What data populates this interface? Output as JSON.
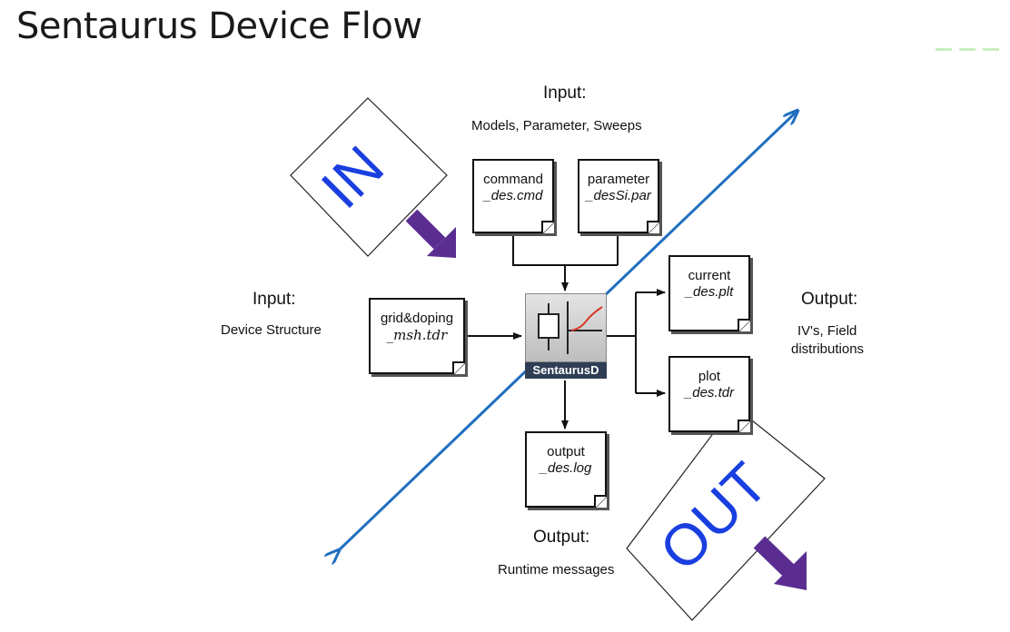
{
  "title": "Sentaurus Device Flow",
  "colors": {
    "axis_line": "#1f6fc0",
    "stamp_text": "#1a3fe0",
    "stamp_arrow": "#5b2d91"
  },
  "input_models": {
    "heading": "Input:",
    "detail": "Models, Parameter, Sweeps"
  },
  "input_structure": {
    "heading": "Input:",
    "detail": "Device Structure"
  },
  "output_iv": {
    "heading": "Output:",
    "detail_line1": "IV's, Field",
    "detail_line2": "distributions"
  },
  "output_runtime": {
    "heading": "Output:",
    "detail": "Runtime messages"
  },
  "files": {
    "command": {
      "name": "command",
      "ext": "_des.cmd"
    },
    "parameter": {
      "name": "parameter",
      "ext": "_desSi.par"
    },
    "grid": {
      "name": "grid&doping",
      "ext": "_msh.tdr"
    },
    "current": {
      "name": "current",
      "ext": "_des.plt"
    },
    "plot": {
      "name": "plot",
      "ext": "_des.tdr"
    },
    "output": {
      "name": "output",
      "ext": "_des.log"
    }
  },
  "core": {
    "caption": "SentaurusD"
  },
  "stamps": {
    "in": "IN",
    "out": "OUT"
  }
}
